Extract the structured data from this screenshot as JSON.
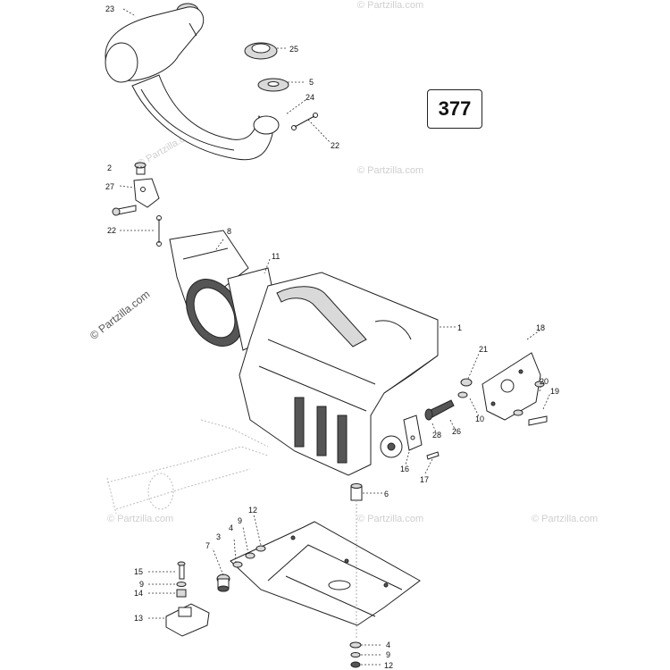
{
  "diagram": {
    "reference_number": "377",
    "watermarks": {
      "main": "© Partzilla.com",
      "faint": "© Partzilla.com"
    },
    "callouts": {
      "c23": "23",
      "c25": "25",
      "c5a": "5",
      "c24": "24",
      "c22a": "22",
      "c2": "2",
      "c27": "27",
      "c22b": "22",
      "c8": "8",
      "c11": "11",
      "c1": "1",
      "c18": "18",
      "c21": "21",
      "c20": "20",
      "c19": "19",
      "c10": "10",
      "c28": "28",
      "c26": "26",
      "c16": "16",
      "c17": "17",
      "c6": "6",
      "c12a": "12",
      "c9a": "9",
      "c4a": "4",
      "c3": "3",
      "c7": "7",
      "c15": "15",
      "c9b": "9",
      "c14": "14",
      "c13": "13",
      "c4b": "4",
      "c9c": "9",
      "c12b": "12"
    }
  }
}
